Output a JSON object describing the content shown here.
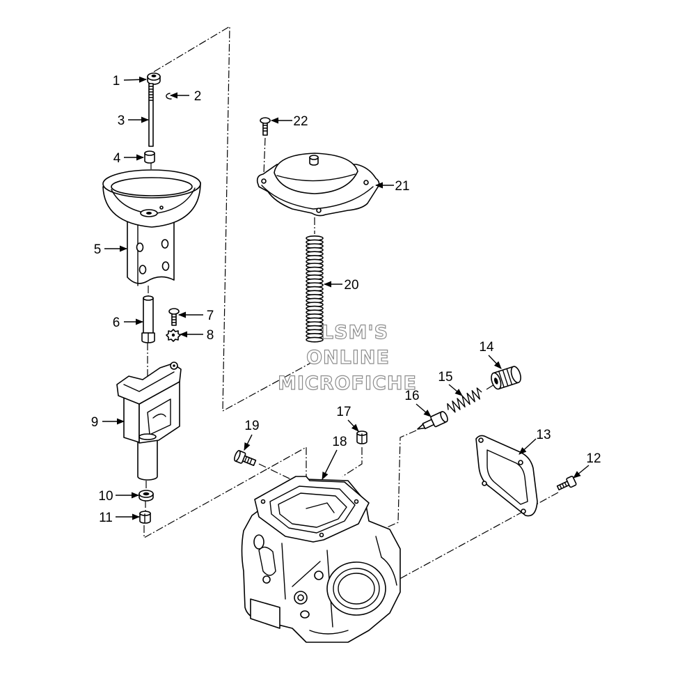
{
  "callouts": [
    "1",
    "2",
    "3",
    "4",
    "5",
    "6",
    "7",
    "8",
    "9",
    "10",
    "11",
    "12",
    "13",
    "14",
    "15",
    "16",
    "17",
    "18",
    "19",
    "20",
    "21",
    "22"
  ],
  "watermark": {
    "line1": "LSM'S",
    "line2": "ONLINE",
    "line3": "MICROFICHE"
  },
  "colors": {
    "background": "#ffffff",
    "line": "#000000",
    "watermark_outline": "#8c8c8c"
  }
}
